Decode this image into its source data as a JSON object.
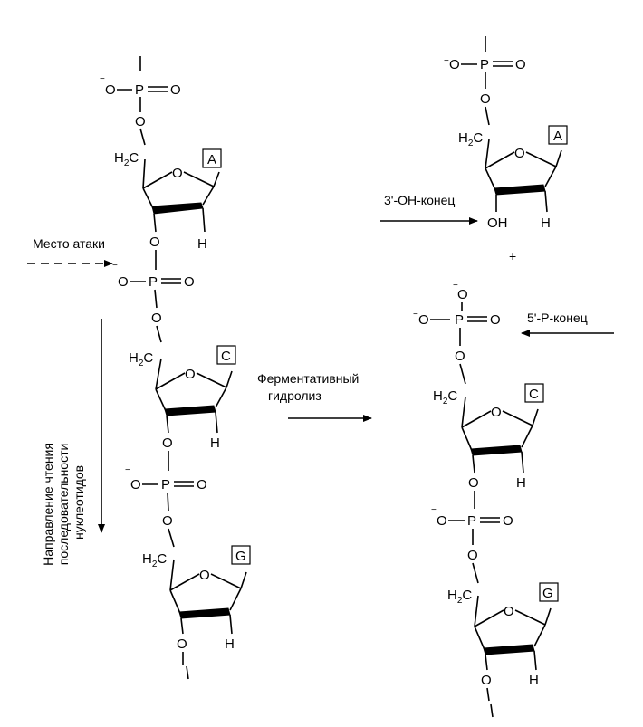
{
  "labels": {
    "attack_site": "Место атаки",
    "reading_direction": [
      "Направление чтения",
      "последовательности",
      "нуклеотидов"
    ],
    "hydrolysis": [
      "Ферментативный",
      "гидролиз"
    ],
    "oh_end": "3'-ОН-конец",
    "p_end": "5'-Р-конец",
    "plus": "+"
  },
  "atoms": {
    "phosphorus": "P",
    "oxygen": "O",
    "hydrogen": "H",
    "hydroxyl": "OH",
    "methylene": "H",
    "methylene_sub": "2",
    "methylene_c": "C",
    "minus": "−"
  },
  "left_strand": {
    "bases": [
      "A",
      "C",
      "G"
    ]
  },
  "right_strand": {
    "top_base": "A",
    "bottom_bases": [
      "C",
      "G"
    ]
  }
}
